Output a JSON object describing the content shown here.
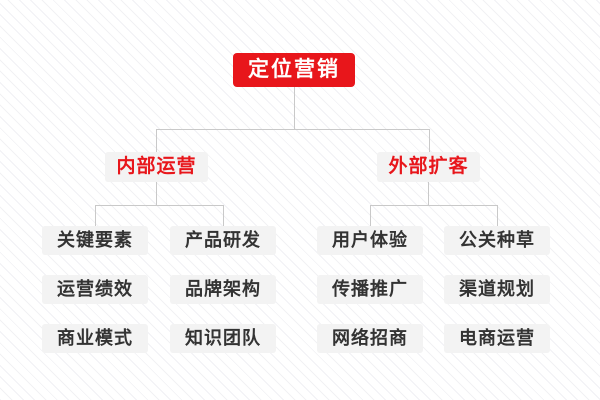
{
  "palette": {
    "accent_red": "#e8161b",
    "line_gray": "#c9c9c9",
    "node_bg": "#f3f3f3",
    "leaf_text": "#333333",
    "background": "#ffffff",
    "stripe": "#f1f1f4"
  },
  "tree": {
    "root": {
      "label": "定位营销"
    },
    "branches": [
      {
        "label": "内部运营",
        "leaves": [
          "关键要素",
          "产品研发",
          "运营绩效",
          "品牌架构",
          "商业模式",
          "知识团队"
        ]
      },
      {
        "label": "外部扩客",
        "leaves": [
          "用户体验",
          "公关种草",
          "传播推广",
          "渠道规划",
          "网络招商",
          "电商运营"
        ]
      }
    ]
  }
}
